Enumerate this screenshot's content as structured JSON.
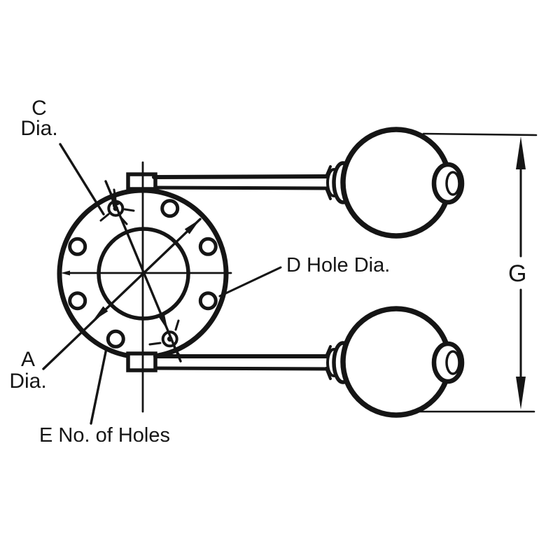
{
  "labels": {
    "c_dia": {
      "letter": "C",
      "suffix": "Dia."
    },
    "a_dia": {
      "letter": "A",
      "suffix": "Dia."
    },
    "d_hole_dia": "D Hole Dia.",
    "e_no_of_holes": "E No. of Holes",
    "g": "G"
  },
  "colors": {
    "ink": "#151515",
    "background": "#ffffff"
  }
}
